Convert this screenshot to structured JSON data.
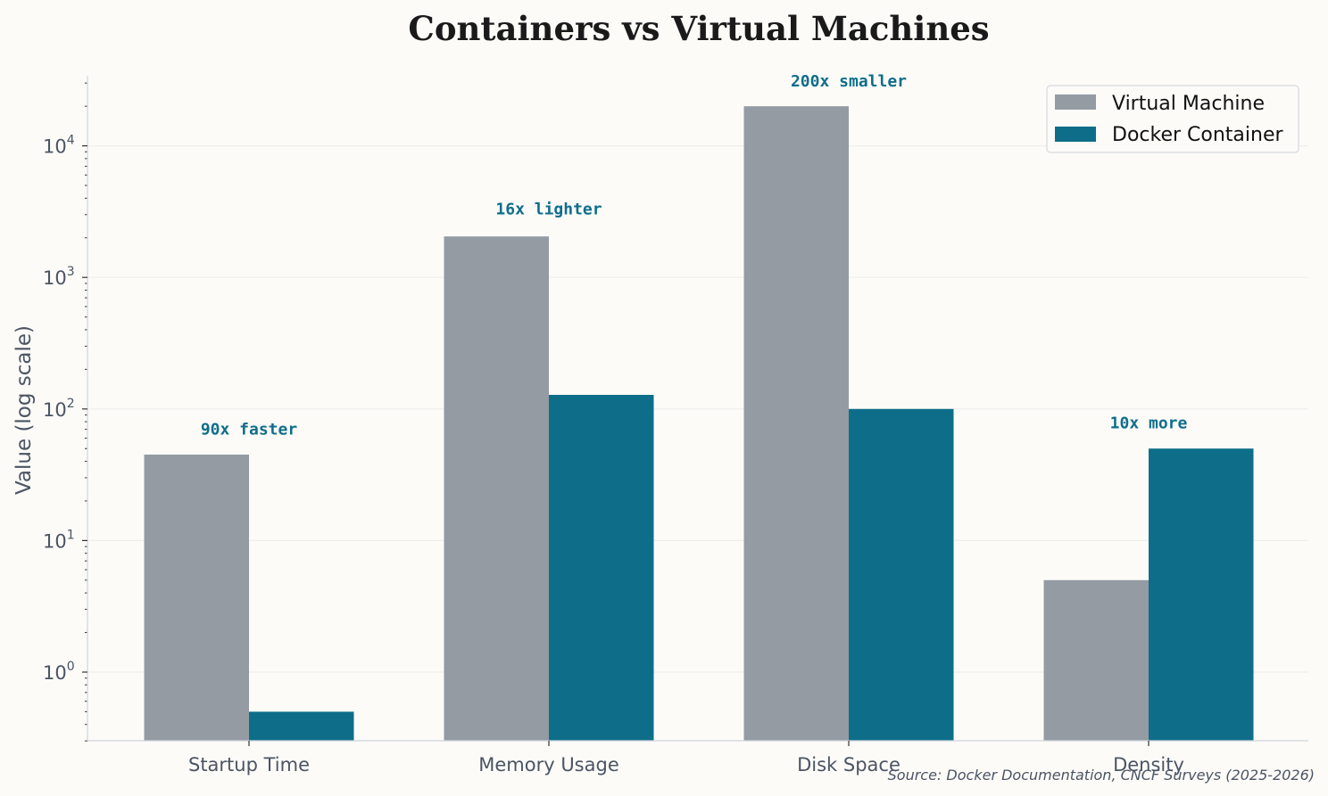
{
  "chart_data": {
    "type": "bar",
    "title": "Containers vs Virtual Machines",
    "xlabel": "",
    "ylabel": "Value (log scale)",
    "yscale": "log",
    "ylim": [
      0.3,
      32000
    ],
    "ytick_labels": [
      {
        "base": "10",
        "exp": "0"
      },
      {
        "base": "10",
        "exp": "1"
      },
      {
        "base": "10",
        "exp": "2"
      },
      {
        "base": "10",
        "exp": "3"
      },
      {
        "base": "10",
        "exp": "4"
      }
    ],
    "categories": [
      "Startup Time",
      "Memory Usage",
      "Disk Space",
      "Density"
    ],
    "series": [
      {
        "name": "Virtual Machine",
        "color": "#949ba3",
        "values": [
          45,
          2048,
          20000,
          5
        ]
      },
      {
        "name": "Docker Container",
        "color": "#0e6e8a",
        "values": [
          0.5,
          128,
          100,
          50
        ]
      }
    ],
    "annotations": [
      {
        "category": "Startup Time",
        "text": "90x faster",
        "value": 70
      },
      {
        "category": "Memory Usage",
        "text": "16x lighter",
        "value": 3300
      },
      {
        "category": "Disk Space",
        "text": "200x smaller",
        "value": 31000
      },
      {
        "category": "Density",
        "text": "10x more",
        "value": 78
      }
    ],
    "legend": "top-right",
    "grid": true,
    "source": "Source: Docker Documentation, CNCF Surveys (2025-2026)"
  }
}
